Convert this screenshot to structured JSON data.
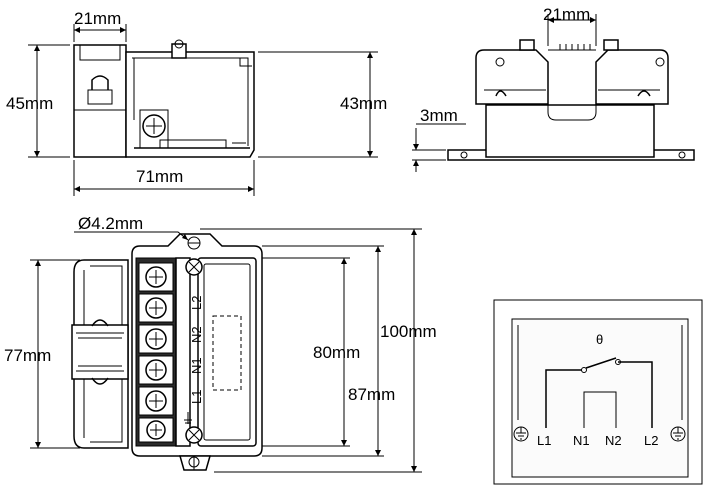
{
  "dimensions": {
    "top_left_width": "21mm",
    "top_right_width": "21mm",
    "left_height": "45mm",
    "right_height": "43mm",
    "total_length": "71mm",
    "base_thickness": "3mm",
    "hole_diameter": "Ø4.2mm",
    "side_height": "77mm",
    "inner_height": "80mm",
    "outer_height": "100mm",
    "mount_height": "87mm"
  },
  "terminal_labels": [
    "L2",
    "N2",
    "N1",
    "L1"
  ],
  "schematic": {
    "switch_label": "θ",
    "terminals": [
      "L1",
      "N1",
      "N2",
      "L2"
    ]
  },
  "colors": {
    "line": "#000000",
    "fill": "#ffffff",
    "dark": "#2b2b2b",
    "screen": "#c8c8c8"
  }
}
